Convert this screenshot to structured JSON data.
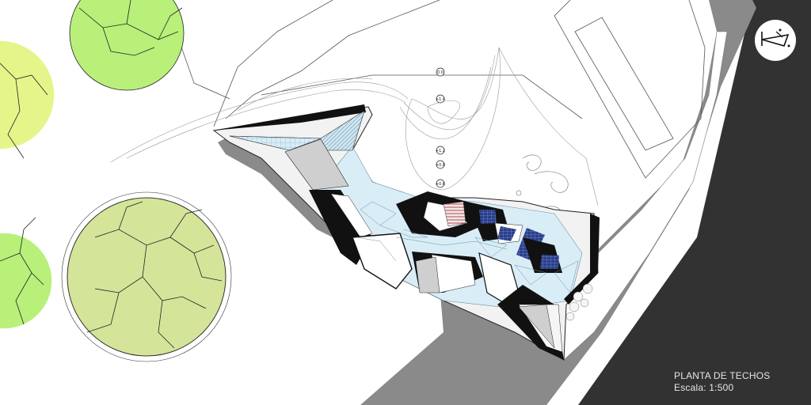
{
  "drawing": {
    "title": "PLANTA DE TECHOS",
    "scale": "Escala: 1:500"
  },
  "levels": [
    {
      "label": "0.0"
    },
    {
      "label": "+1.4"
    },
    {
      "label": "+1.2"
    },
    {
      "label": "+0.8"
    },
    {
      "label": "+0.6"
    }
  ],
  "colors": {
    "sea": "#323232",
    "road": "#8a8a8a",
    "tree_green": "#b8f07a",
    "tree_yellow": "#e6f58a",
    "tree_olive": "#d4e59a",
    "glass": "#d9edf7",
    "panel": "#2a3f8a"
  }
}
